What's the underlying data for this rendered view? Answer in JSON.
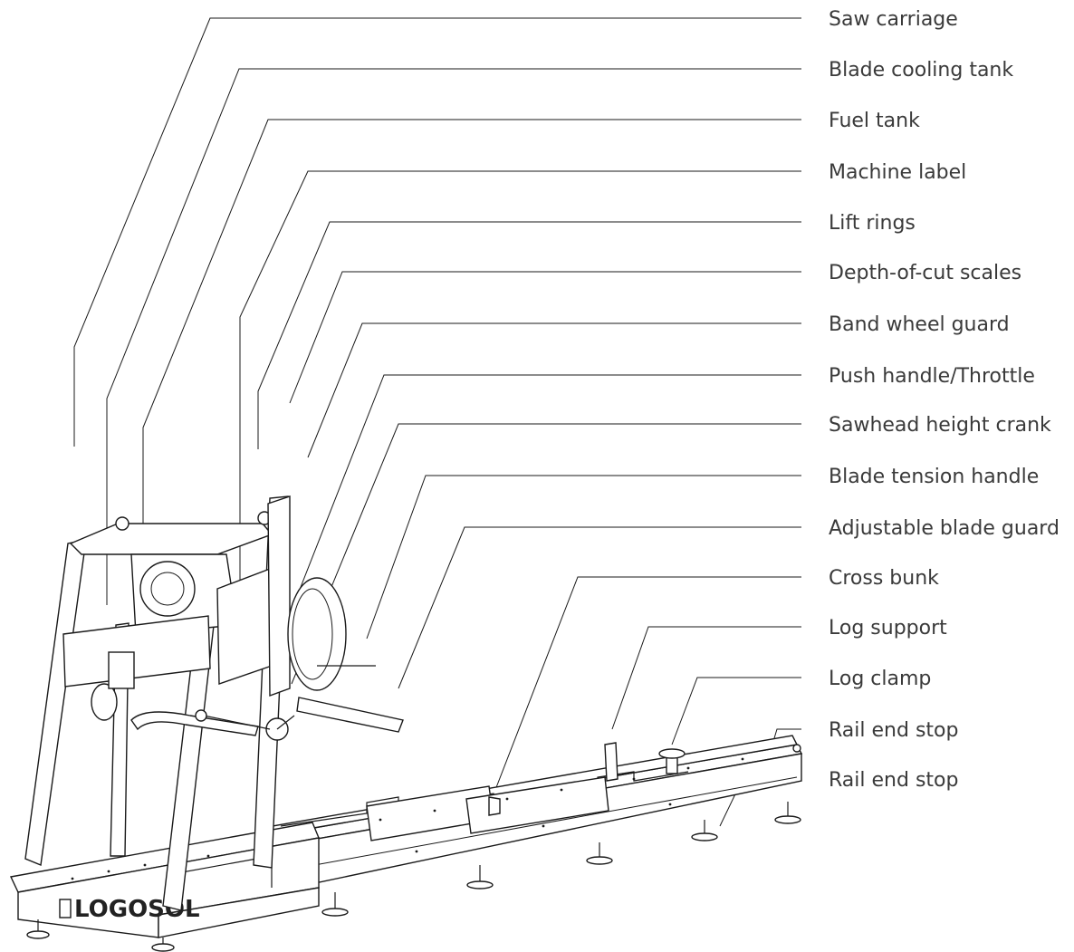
{
  "diagram": {
    "brand": "LOGOSOL",
    "callouts": [
      {
        "label": "Saw carriage"
      },
      {
        "label": "Blade cooling tank"
      },
      {
        "label": "Fuel tank"
      },
      {
        "label": "Machine label"
      },
      {
        "label": "Lift rings"
      },
      {
        "label": "Depth-of-cut scales"
      },
      {
        "label": "Band wheel guard"
      },
      {
        "label": "Push handle/Throttle"
      },
      {
        "label": "Sawhead height crank"
      },
      {
        "label": "Blade tension handle"
      },
      {
        "label": "Adjustable blade guard"
      },
      {
        "label": "Cross bunk"
      },
      {
        "label": "Log support"
      },
      {
        "label": "Log clamp"
      },
      {
        "label": "Rail end stop"
      },
      {
        "label": "Rail end stop"
      }
    ]
  }
}
